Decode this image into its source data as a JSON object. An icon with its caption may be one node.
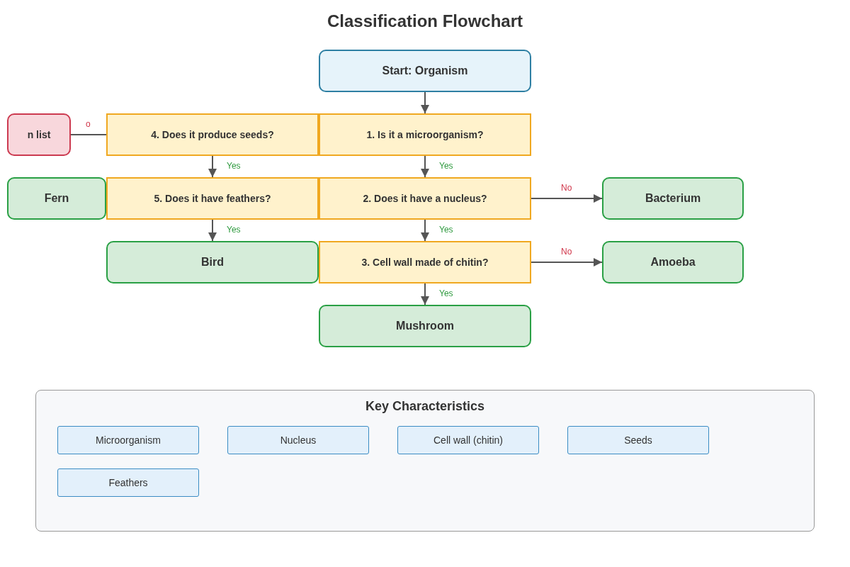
{
  "diagram": {
    "title": "Classification Flowchart",
    "nodes": [
      {
        "text": [
          "Start: Organism"
        ]
      },
      {
        "text": [
          "n list"
        ]
      },
      {
        "text": [
          "4. Does it produce seeds?"
        ]
      },
      {
        "text": [
          "1. Is it a microorganism?"
        ]
      },
      {
        "text": [
          "Fern"
        ]
      },
      {
        "text": [
          "5. Does it have feathers?"
        ]
      },
      {
        "text": [
          "2. Does it have a nucleus?"
        ]
      },
      {
        "text": [
          "Bacterium"
        ]
      },
      {
        "text": [
          "Bird"
        ]
      },
      {
        "text": [
          "3. Cell wall made of chitin?"
        ]
      },
      {
        "text": [
          "Amoeba"
        ]
      },
      {
        "text": [
          "Mushroom"
        ]
      },
      {
        "text": [
          "Key Characteristics"
        ]
      },
      {
        "text": [
          "Microorganism"
        ],
        "in": 12
      },
      {
        "text": [
          "Nucleus"
        ],
        "in": 12
      },
      {
        "text": [
          "Cell wall (chitin)"
        ],
        "in": 12
      },
      {
        "text": [
          "Seeds"
        ],
        "in": 12
      },
      {
        "text": [
          "Feathers"
        ],
        "in": 12
      }
    ],
    "edges": [
      {
        "from": 0,
        "to": 3,
        "arrow": "to"
      },
      {
        "from": 3,
        "to": 6,
        "arrow": "to",
        "label": "Yes"
      },
      {
        "from": 6,
        "to": 7,
        "arrow": "to",
        "label": "No"
      },
      {
        "from": 6,
        "to": 9,
        "arrow": "to",
        "label": "Yes"
      },
      {
        "from": 9,
        "to": 10,
        "arrow": "to",
        "label": "No"
      },
      {
        "from": 9,
        "to": 11,
        "arrow": "to",
        "label": "Yes"
      },
      {
        "from": 2,
        "to": 1,
        "arrow": "none",
        "label": "o"
      },
      {
        "from": 2,
        "to": 5,
        "arrow": "to",
        "label": "Yes"
      },
      {
        "from": 5,
        "to": 8,
        "arrow": "to",
        "label": "Yes"
      }
    ]
  }
}
